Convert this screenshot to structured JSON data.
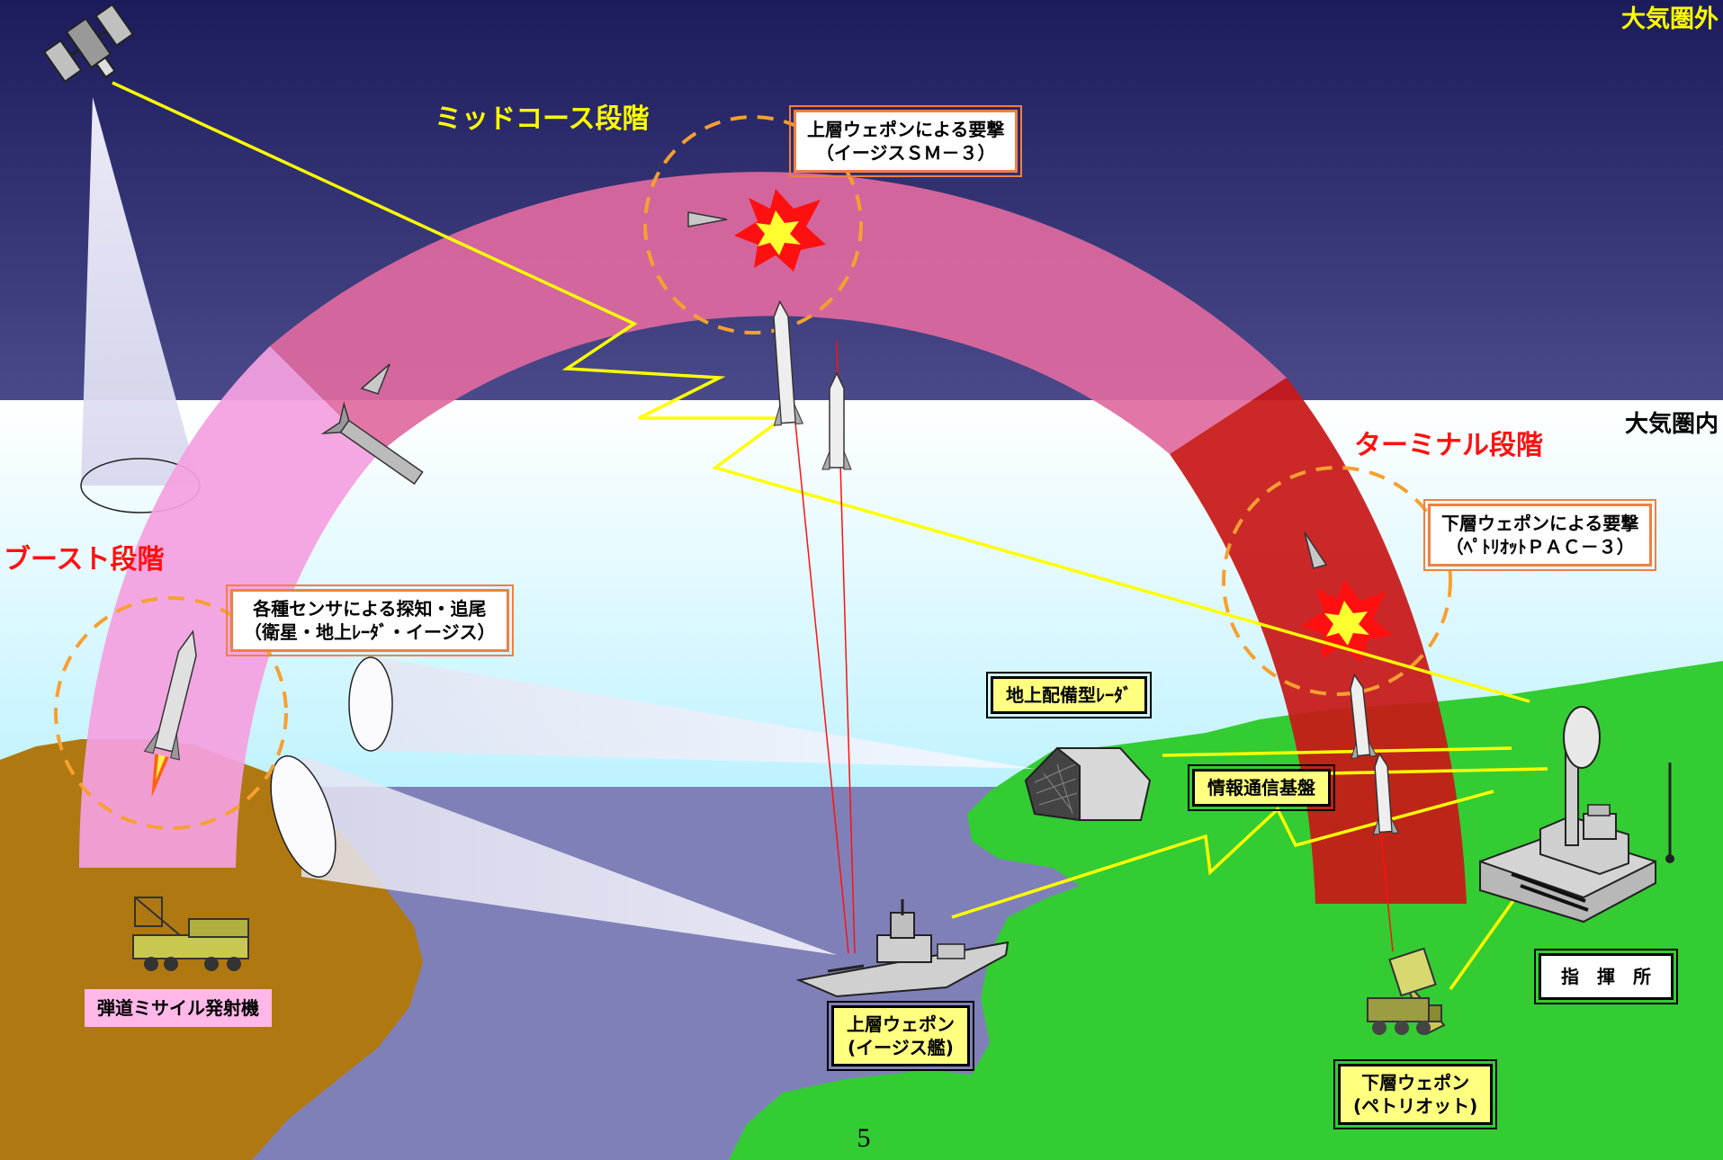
{
  "zones": {
    "outside_atmosphere": "大気圏外",
    "inside_atmosphere": "大気圏内"
  },
  "phases": {
    "boost": "ブースト段階",
    "midcourse": "ミッドコース段階",
    "terminal": "ターミナル段階"
  },
  "callouts": {
    "upper_intercept_line1": "上層ウェポンによる要撃",
    "upper_intercept_line2": "（イージスＳＭ－３）",
    "lower_intercept_line1": "下層ウェポンによる要撃",
    "lower_intercept_line2": "（ﾍﾟﾄﾘｵｯﾄＰＡＣ－３）",
    "sensors_line1": "各種センサによる探知・追尾",
    "sensors_line2": "（衛星・地上ﾚｰﾀﾞ・イージス）",
    "ground_radar": "地上配備型ﾚｰﾀﾞ",
    "comm_base": "情報通信基盤",
    "upper_weapon_line1": "上層ウェポン",
    "upper_weapon_line2": "(イージス艦)",
    "lower_weapon_line1": "下層ウェポン",
    "lower_weapon_line2": "(ペトリオット)",
    "command_post": "指　揮　所",
    "launcher": "弾道ミサイル発射機"
  },
  "page_number": "5",
  "colors": {
    "space": "#2b2b6e",
    "arc_midcourse": "#e06aa0",
    "arc_boost": "#f4a0e0",
    "arc_terminal": "#c81818",
    "phase_text_yellow": "#ffff00",
    "phase_text_red": "#ff1010",
    "land_left": "#b07810",
    "land_right": "#33cc33",
    "sea": "#8080b8",
    "link_line": "#ffff00"
  }
}
